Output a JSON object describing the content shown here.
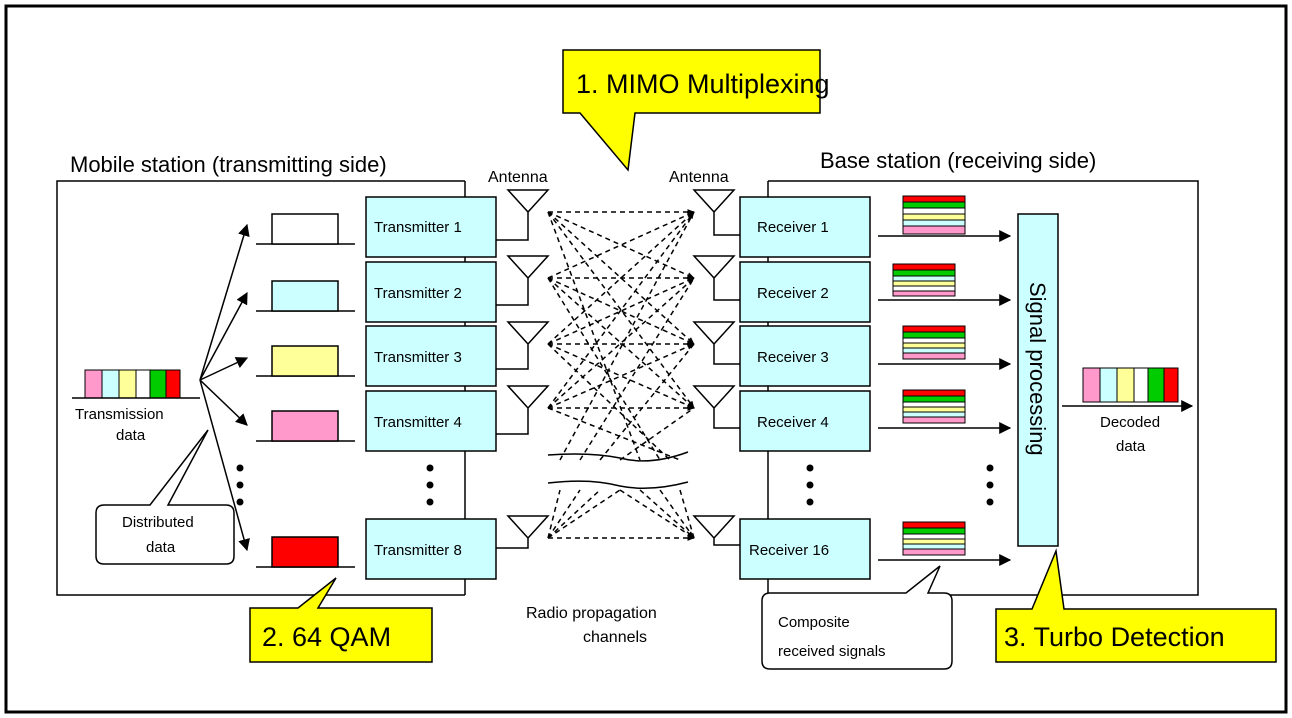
{
  "callouts": {
    "mimo": "1. MIMO Multiplexing",
    "qam": "2. 64 QAM",
    "turbo": "3. Turbo Detection"
  },
  "groups": {
    "mobile": "Mobile station (transmitting side)",
    "base": "Base station (receiving side)"
  },
  "antenna_labels": {
    "tx": "Antenna",
    "rx": "Antenna"
  },
  "transmitters": [
    "Transmitter 1",
    "Transmitter 2",
    "Transmitter 3",
    "Transmitter 4",
    "Transmitter 8"
  ],
  "receivers": [
    "Receiver 1",
    "Receiver 2",
    "Receiver 3",
    "Receiver 4",
    "Receiver 16"
  ],
  "labels": {
    "transmission_line1": "Transmission",
    "transmission_line2": "data",
    "distributed_line1": "Distributed",
    "distributed_line2": "data",
    "radio_line1": "Radio propagation",
    "radio_line2": "channels",
    "composite_line1": "Composite",
    "composite_line2": "received signals",
    "decoded_line1": "Decoded",
    "decoded_line2": "data",
    "signal_processing": "Signal processing"
  },
  "colors": {
    "box_fill": "#ccffff",
    "callout_fill": "#ffff00",
    "pink": "#ff99cc",
    "cyan": "#ccffff",
    "light_yellow": "#ffff99",
    "green": "#00cc00",
    "red": "#ff0000",
    "white": "#ffffff"
  }
}
